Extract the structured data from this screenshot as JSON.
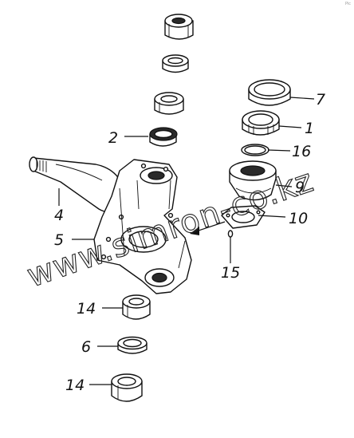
{
  "corner_text": "Pic",
  "watermark": "www.simron-co.kz",
  "labels": {
    "l1": "1",
    "l2": "2",
    "l4": "4",
    "l5": "5",
    "l6": "6",
    "l7": "7",
    "l9": "9",
    "l10": "10",
    "l14a": "14",
    "l14b": "14",
    "l15": "15",
    "l16": "16"
  }
}
